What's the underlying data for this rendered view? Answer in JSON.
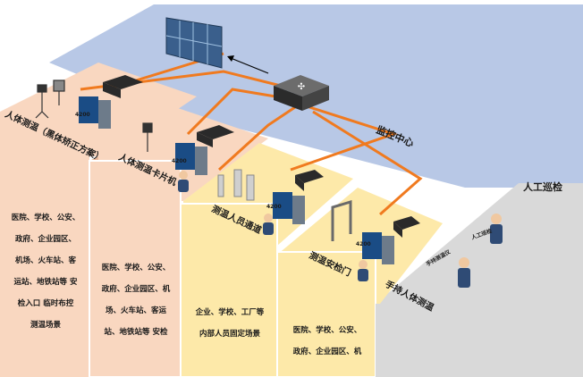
{
  "zones": {
    "monitoring_center": "监控中心",
    "manual_patrol": "人工巡检",
    "handheld": "手持人体测温",
    "zone1": "人体测温（黑体矫正方案）",
    "zone2": "人体测温卡片机",
    "zone3": "测温人员通道",
    "zone4": "测温安检门"
  },
  "device_labels": {
    "nvr": "4200",
    "patrol_person": "人工巡检",
    "handheld_tag": "手持测温仪"
  },
  "columns": {
    "col1": [
      "医院、学校、公安、",
      "政府、企业园区、",
      "机场、火车站、客",
      "运站、地铁站等 安",
      "检入口 临时布控",
      "测温场景"
    ],
    "col2": [
      "医院、学校、公安、",
      "政府、企业园区、机",
      "场、火车站、客运",
      "站、地铁站等 安检"
    ],
    "col3": [
      "企业、学校、工厂等",
      "内部人员固定场景"
    ],
    "col4": [
      "医院、学校、公安、",
      "政府、企业园区、机"
    ]
  },
  "colors": {
    "monitor_band": "#b8c8e6",
    "zone_peach": "#f9d7c0",
    "zone_yellow": "#fde9a9",
    "zone_gray": "#d9d9d9",
    "cable": "#f07a1f"
  }
}
